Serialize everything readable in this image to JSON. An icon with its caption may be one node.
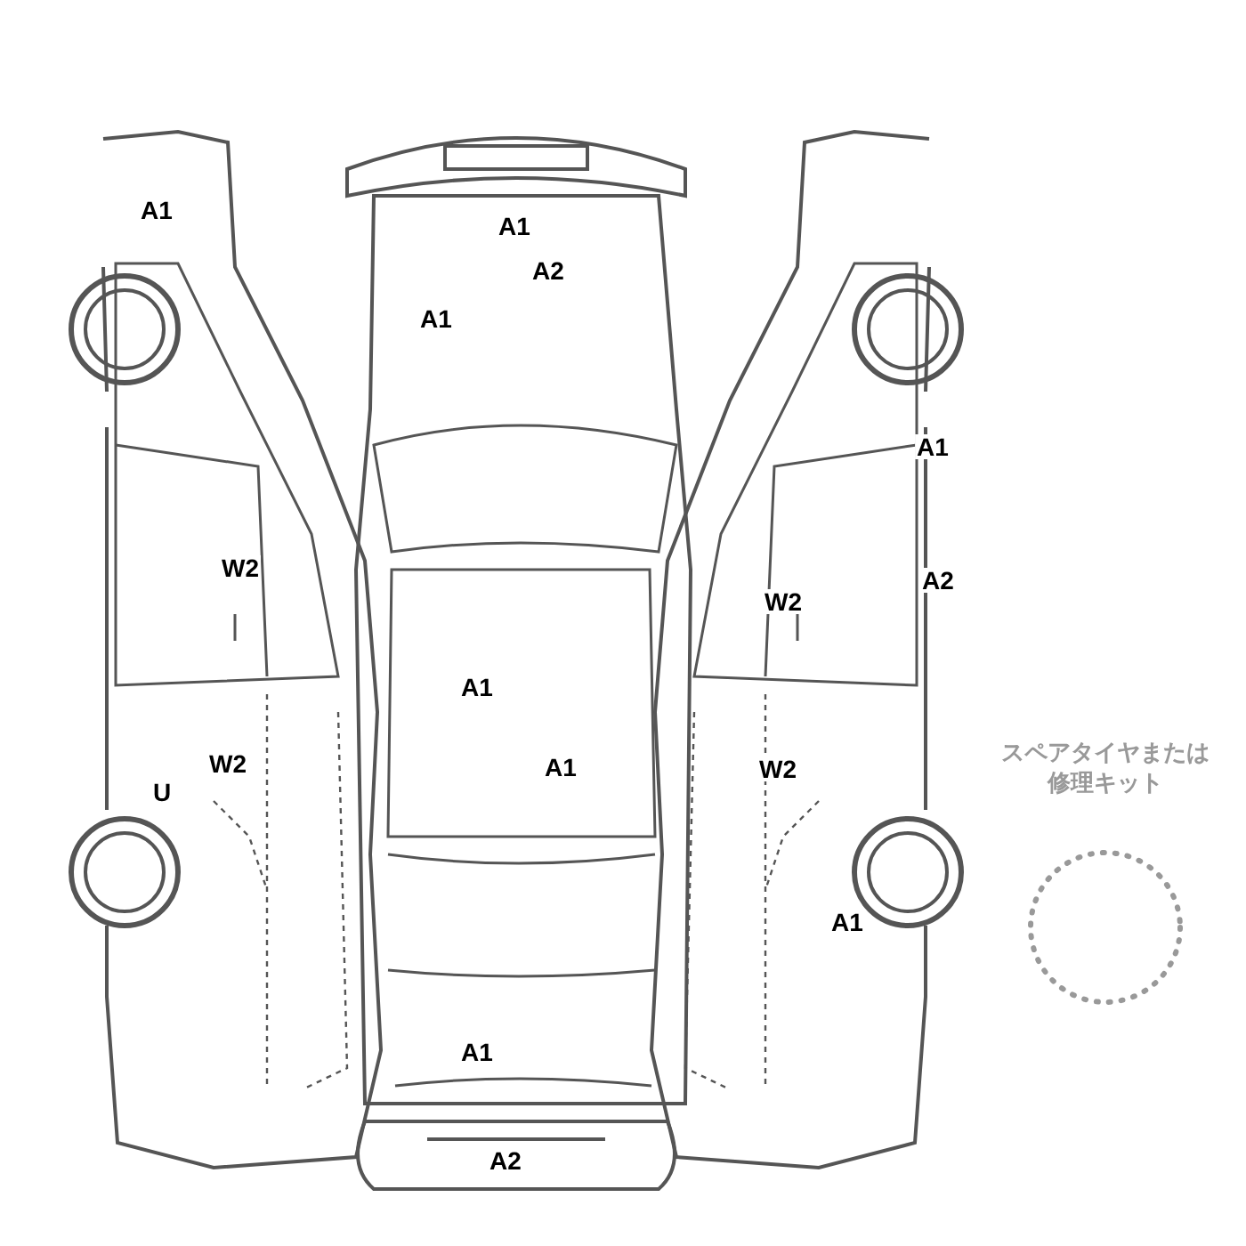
{
  "diagram": {
    "nodes": [
      {
        "text": [
          "スペアタイヤまたは修理キット"
        ]
      }
    ],
    "labels": [
      "A1",
      "A1",
      "A2",
      "A1",
      "A1",
      "W2",
      "A2",
      "W2",
      "A1",
      "W2",
      "A1",
      "W2",
      "U",
      "A1",
      "A1",
      "A2"
    ]
  }
}
